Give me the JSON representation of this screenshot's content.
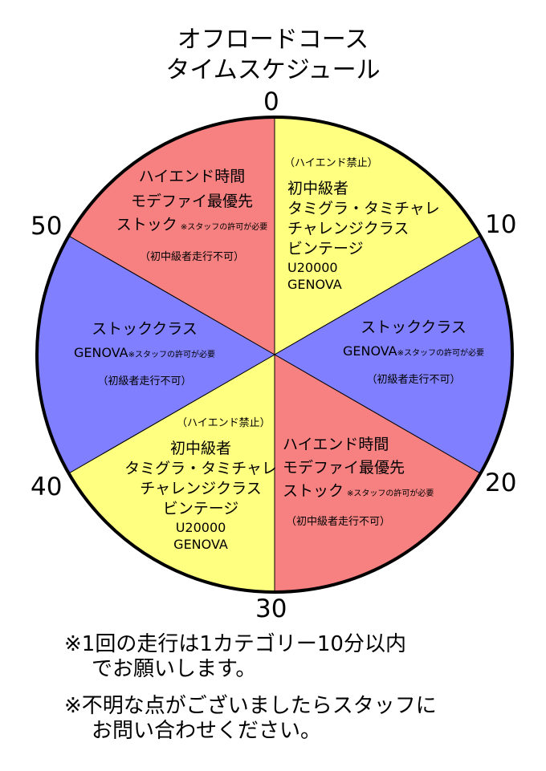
{
  "title": {
    "line1": "オフロードコース",
    "line2": "タイムスケジュール"
  },
  "ticks": [
    "0",
    "10",
    "20",
    "30",
    "40",
    "50"
  ],
  "colors": {
    "high_end": "#f78181",
    "beginner": "#ffff80",
    "stock": "#7f7fff"
  },
  "segments": {
    "top_right": {
      "note": "（ハイエンド禁止）",
      "lines": [
        "初中級者",
        "タミグラ・タミチャレ",
        "チャレンジクラス",
        "ビンテージ"
      ],
      "small_lines": [
        "U20000",
        "GENOVA"
      ]
    },
    "right": {
      "heading": "ストッククラス",
      "genova": "GENOVA",
      "permit": "※スタッフの許可が必要",
      "note": "（初級者走行不可）"
    },
    "bottom_right": {
      "heading": "ハイエンド時間",
      "line2": "モデファイ最優先",
      "stock": "ストック",
      "permit": "※スタッフの許可が必要",
      "note": "（初中級者走行不可）"
    },
    "bottom_left": {
      "note": "（ハイエンド禁止）",
      "lines": [
        "初中級者",
        "タミグラ・タミチャレ",
        "チャレンジクラス",
        "ビンテージ"
      ],
      "small_lines": [
        "U20000",
        "GENOVA"
      ]
    },
    "left": {
      "heading": "ストッククラス",
      "genova": "GENOVA",
      "permit": "※スタッフの許可が必要",
      "note": "（初級者走行不可）"
    },
    "top_left": {
      "heading": "ハイエンド時間",
      "line2": "モデファイ最優先",
      "stock": "ストック",
      "permit": "※スタッフの許可が必要",
      "note": "（初中級者走行不可）"
    }
  },
  "notes": {
    "note1_line1": "※1回の走行は1カテゴリー10分以内",
    "note1_line2": "でお願いします。",
    "note2_line1": "※不明な点がございましたらスタッフに",
    "note2_line2": "お問い合わせください。"
  }
}
